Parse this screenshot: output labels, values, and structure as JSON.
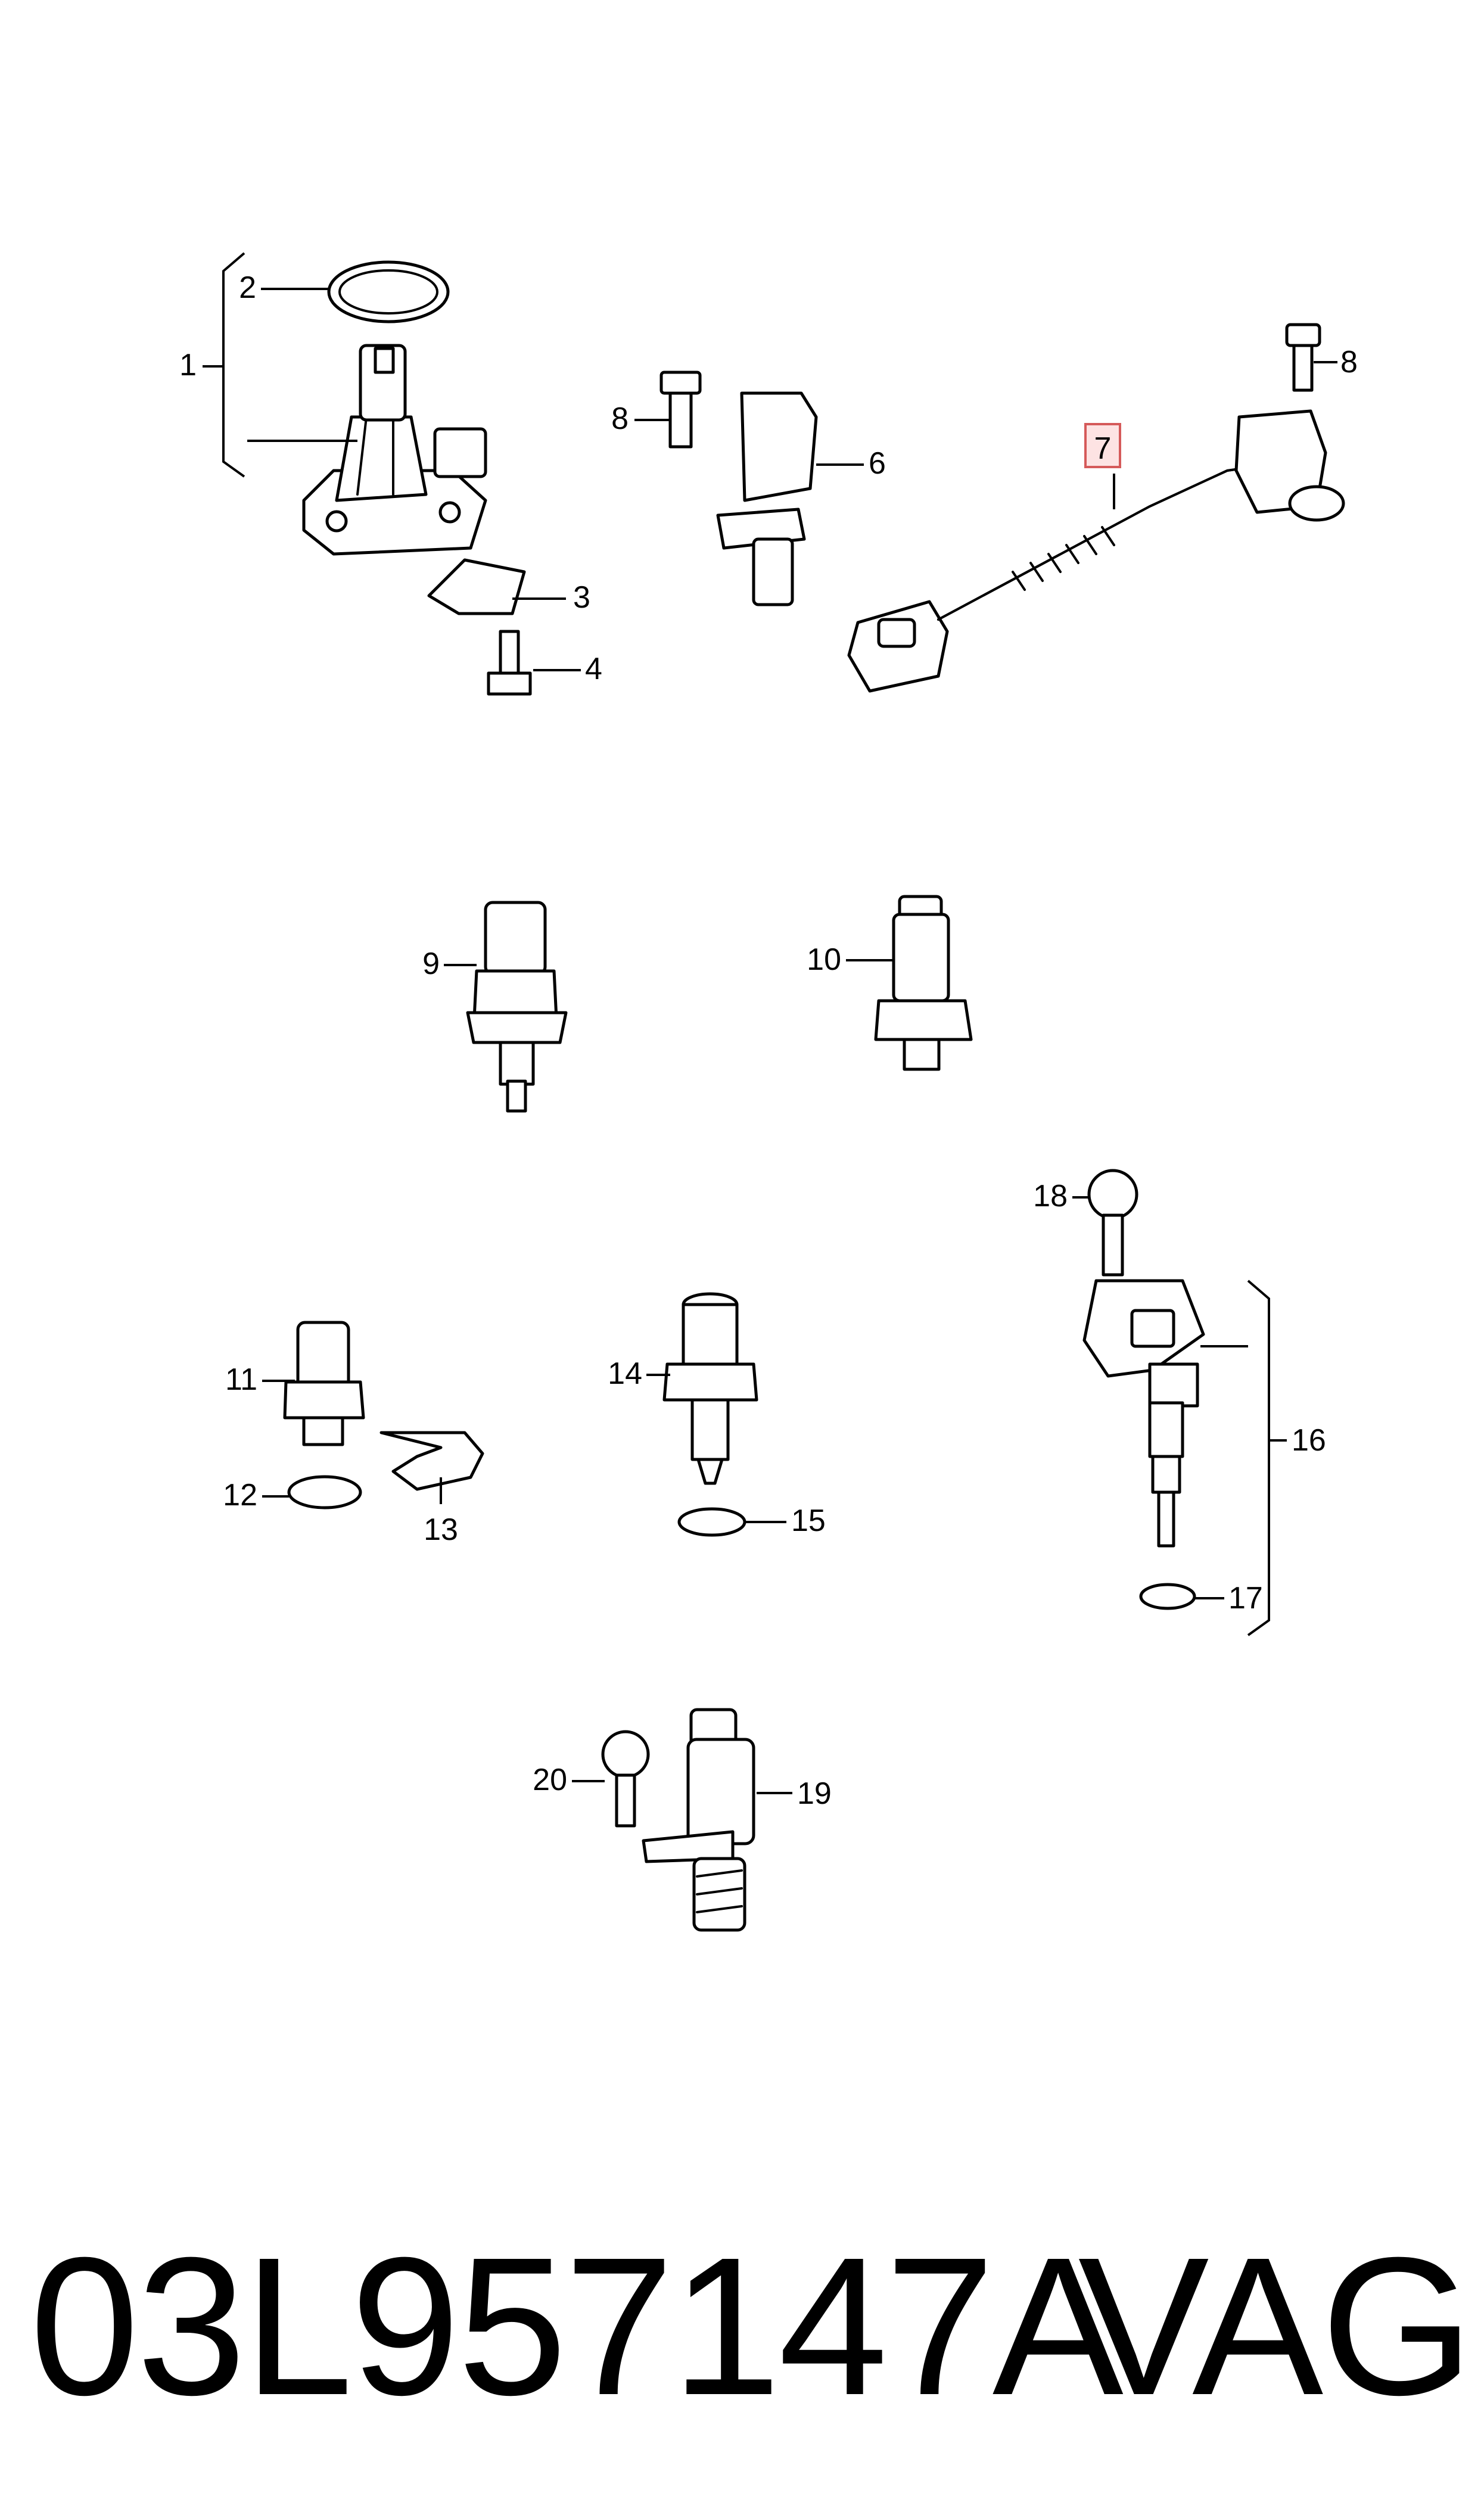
{
  "callouts": {
    "c1": "1",
    "c2": "2",
    "c3": "3",
    "c4": "4",
    "c6": "6",
    "c7": "7",
    "c8a": "8",
    "c8b": "8",
    "c9": "9",
    "c10": "10",
    "c11": "11",
    "c12": "12",
    "c13": "13",
    "c14": "14",
    "c15": "15",
    "c16": "16",
    "c17": "17",
    "c18": "18",
    "c19": "19",
    "c20": "20"
  },
  "highlighted_part": "7",
  "colors": {
    "highlight_fill": "#fde3e3",
    "highlight_stroke": "#d55a5a",
    "line": "#000000"
  },
  "footer": {
    "part_number": "03L957147A",
    "brand": "VAG"
  }
}
